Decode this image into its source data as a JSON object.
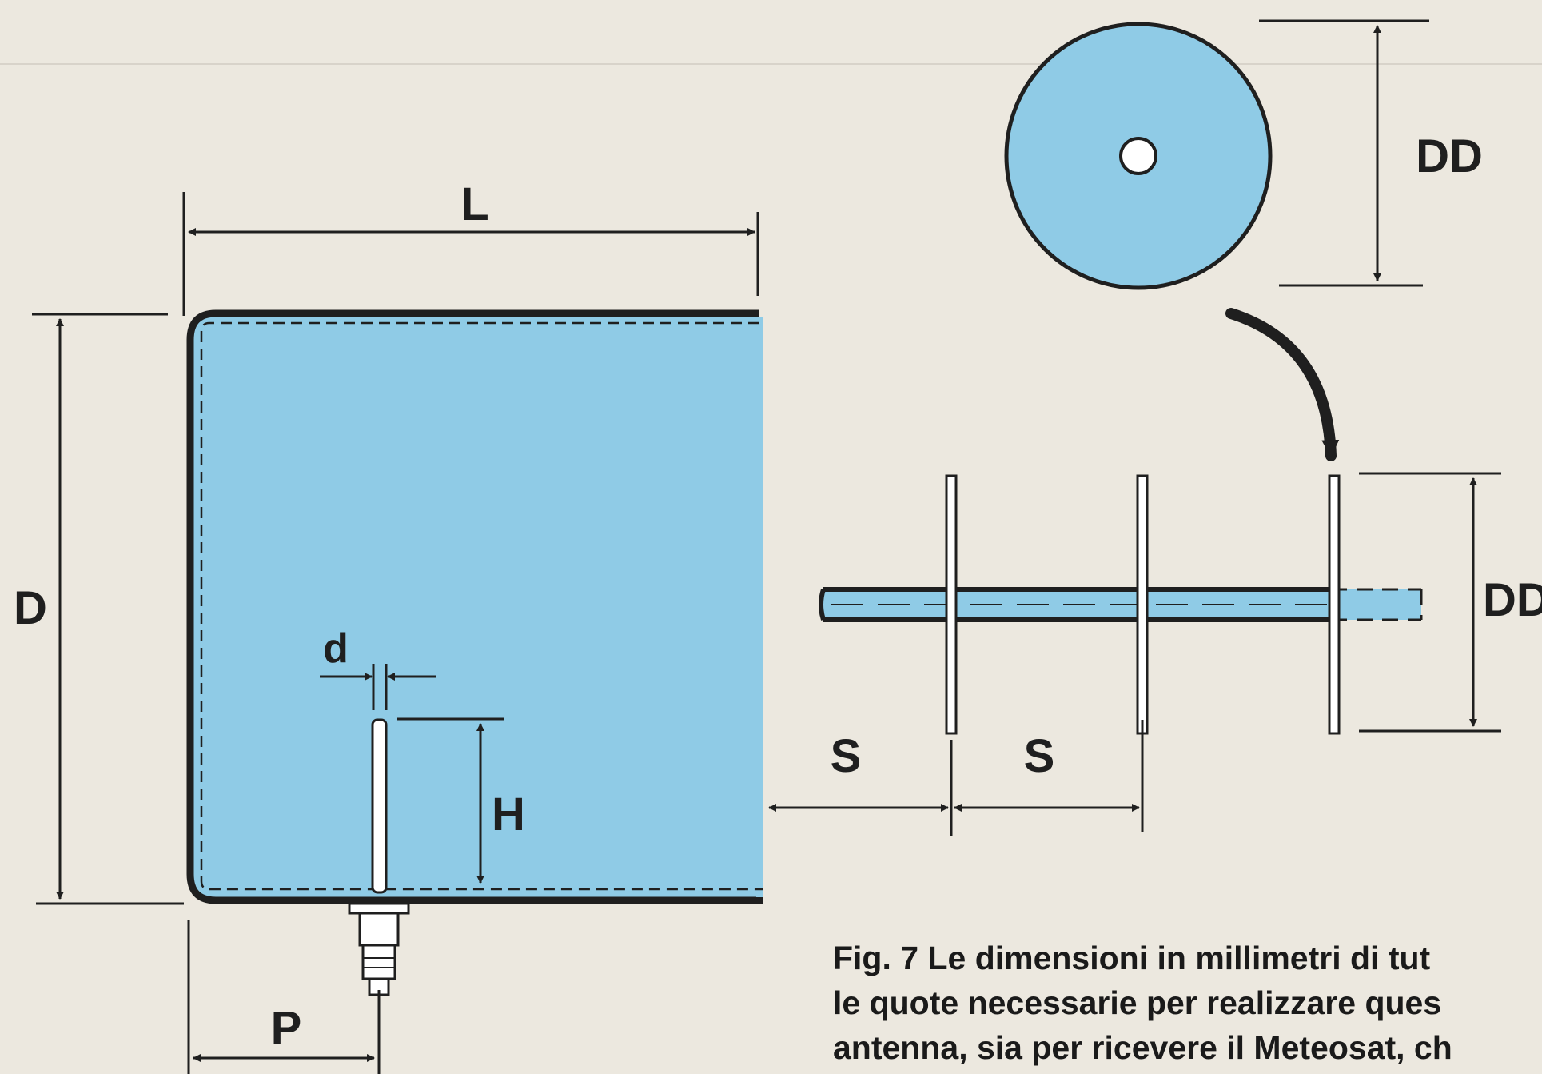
{
  "colors": {
    "fill_blue": "#8fcbe6",
    "ink": "#1f1f1f",
    "paper": "#ece8df",
    "faded_text": "#c6c1b8"
  },
  "labels": {
    "L": "L",
    "D": "D",
    "d": "d",
    "H": "H",
    "P": "P",
    "DD_top": "DD",
    "DD_side": "DD",
    "S_left": "S",
    "S_right": "S"
  },
  "caption": {
    "line1": "Fig. 7   Le dimensioni in millimetri di tut",
    "line2": "le quote necessarie per realizzare ques",
    "line3": "antenna, sia per ricevere il Meteosat, ch"
  }
}
